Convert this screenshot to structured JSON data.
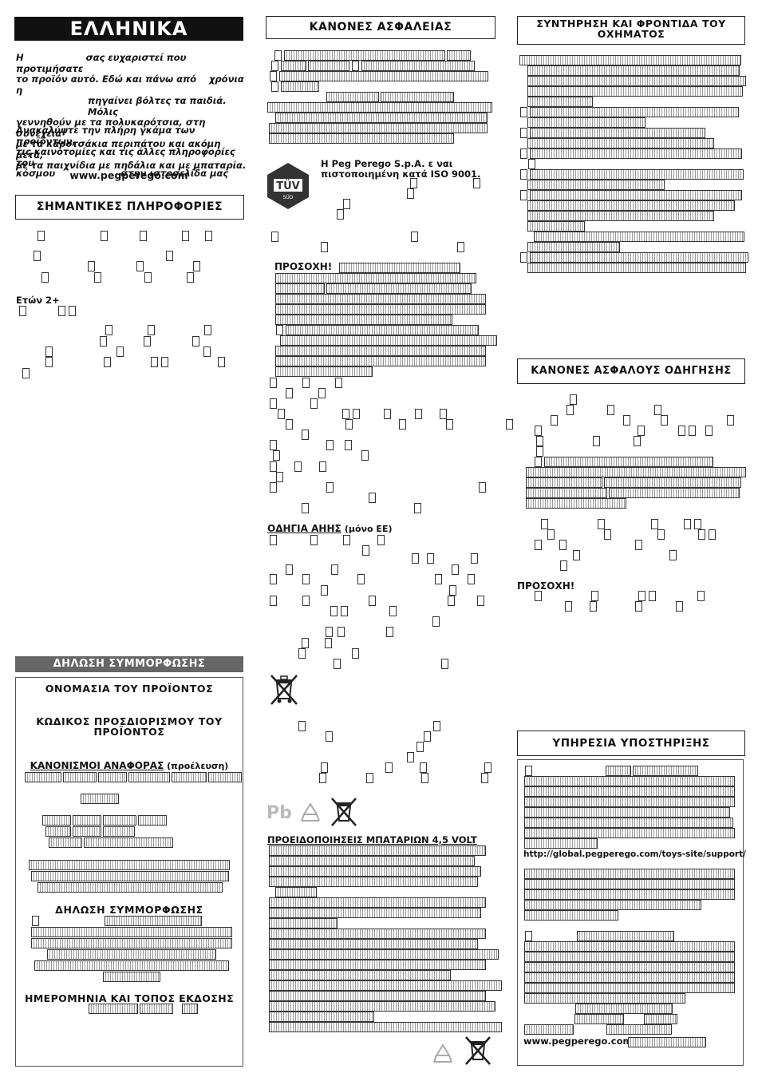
{
  "col1": {
    "language_title": "ΕΛΛΗΝΙΚΑ",
    "intro_line1_a": "Η",
    "intro_line1_b": "σας ευχαριστεί που προτιμήσατε",
    "intro_line2_a": "το προϊόν αυτό. Εδώ και πάνω από",
    "intro_line2_b": "χρόνια η",
    "intro_line3": "πηγαίνει βόλτες τα παιδιά. Μόλις",
    "intro_line4": "γεννηθούν με τα πολυκαρότσια, στη συνέχεια",
    "intro_line5": "με τα καροτσάκια περιπάτου και ακόμη μετά,",
    "intro_line6": "με τα παιχνίδια με πηδάλια και με μπαταρία.",
    "discover_line1": "Ανακαλύψτε την πλήρη γκάμα των προϊόντων,",
    "discover_line2": "τις καινοτομίες και τις άλλες πληροφορίες του",
    "discover_line3_a": "κόσμου",
    "discover_line3_b": "στην ιστοσελίδα μας",
    "website": "www.pegperego.com",
    "important_title": "ΣΗΜΑΝΤΙΚΕΣ ΠΛΗΡΟΦΟΡΙΕΣ",
    "age_label": "Ετών 2+",
    "conformity_header": "ΔΗΛΩΣΗ ΣΥΜΜΟΡΦΩΣΗΣ",
    "product_name_label": "ΟΝΟΜΑΣΙΑ ΤΟΥ ΠΡΟΪΟΝΤΟΣ",
    "product_code_label_1": "ΚΩΔΙΚΟΣ ΠΡΟΣΔΙΟΡΙΣΜΟΥ ΤΟΥ",
    "product_code_label_2": "ΠΡΟΪΟΝΤΟΣ",
    "reference_rules_label": "ΚΑΝΟΝΙΣΜΟΙ ΑΝΑΦΟΡΑΣ",
    "reference_rules_note": "(προέλευση)",
    "declaration_label": "ΔΗΛΩΣΗ ΣΥΜΜΟΡΦΩΣΗΣ",
    "date_place_label": "ΗΜΕΡΟΜΗΝΙΑ ΚΑΙ ΤΟΠΟΣ ΕΚΔΟΣΗΣ"
  },
  "col2": {
    "safety_title": "ΚΑΝΟΝΕΣ ΑΣΦΑΛΕΙΑΣ",
    "company_line1": "Η Peg Perego S.p.A. ε ναι",
    "company_line2": "πιστοποιημένη κατά ISO 9001.",
    "tuv_badge_text": "TÜV",
    "tuv_sub": "SÜD",
    "warning_label": "ΠΡΟΣΟΧΗ!",
    "weee_title": "ΟΔΗΓΙΑ ΑΗΗΣ",
    "weee_note": "(μόνο ΕΕ)",
    "pb_label": "Pb",
    "battery_title": "ΠΡΟΕΙΔΟΠΟΙΗΣΕΙΣ ΜΠΑΤΑΡΙΩΝ 4,5 VOLT"
  },
  "col3": {
    "maintenance_title_1": "ΣΥΝΤΗΡΗΣΗ ΚΑΙ ΦΡΟΝΤΙΔΑ ΤΟΥ",
    "maintenance_title_2": "ΟΧΗΜΑΤΟΣ",
    "driving_title": "ΚΑΝΟΝΕΣ ΑΣΦΑΛΟΥΣ ΟΔΗΓΗΣΗΣ",
    "warning_label": "ΠΡΟΣΟΧΗ!",
    "support_title": "ΥΠΗΡΕΣΙΑ ΥΠΟΣΤΗΡΙΞΗΣ",
    "support_url": "http://global.pegperego.com/toys-site/support/",
    "website": "www.pegperego.com"
  },
  "icons": {
    "weee_bin": "crossed-out-bin-icon",
    "recycle": "recycle-icon",
    "tuv": "tuv-certification-icon"
  },
  "colors": {
    "black_header": "#111111",
    "gray_header": "#666666"
  }
}
